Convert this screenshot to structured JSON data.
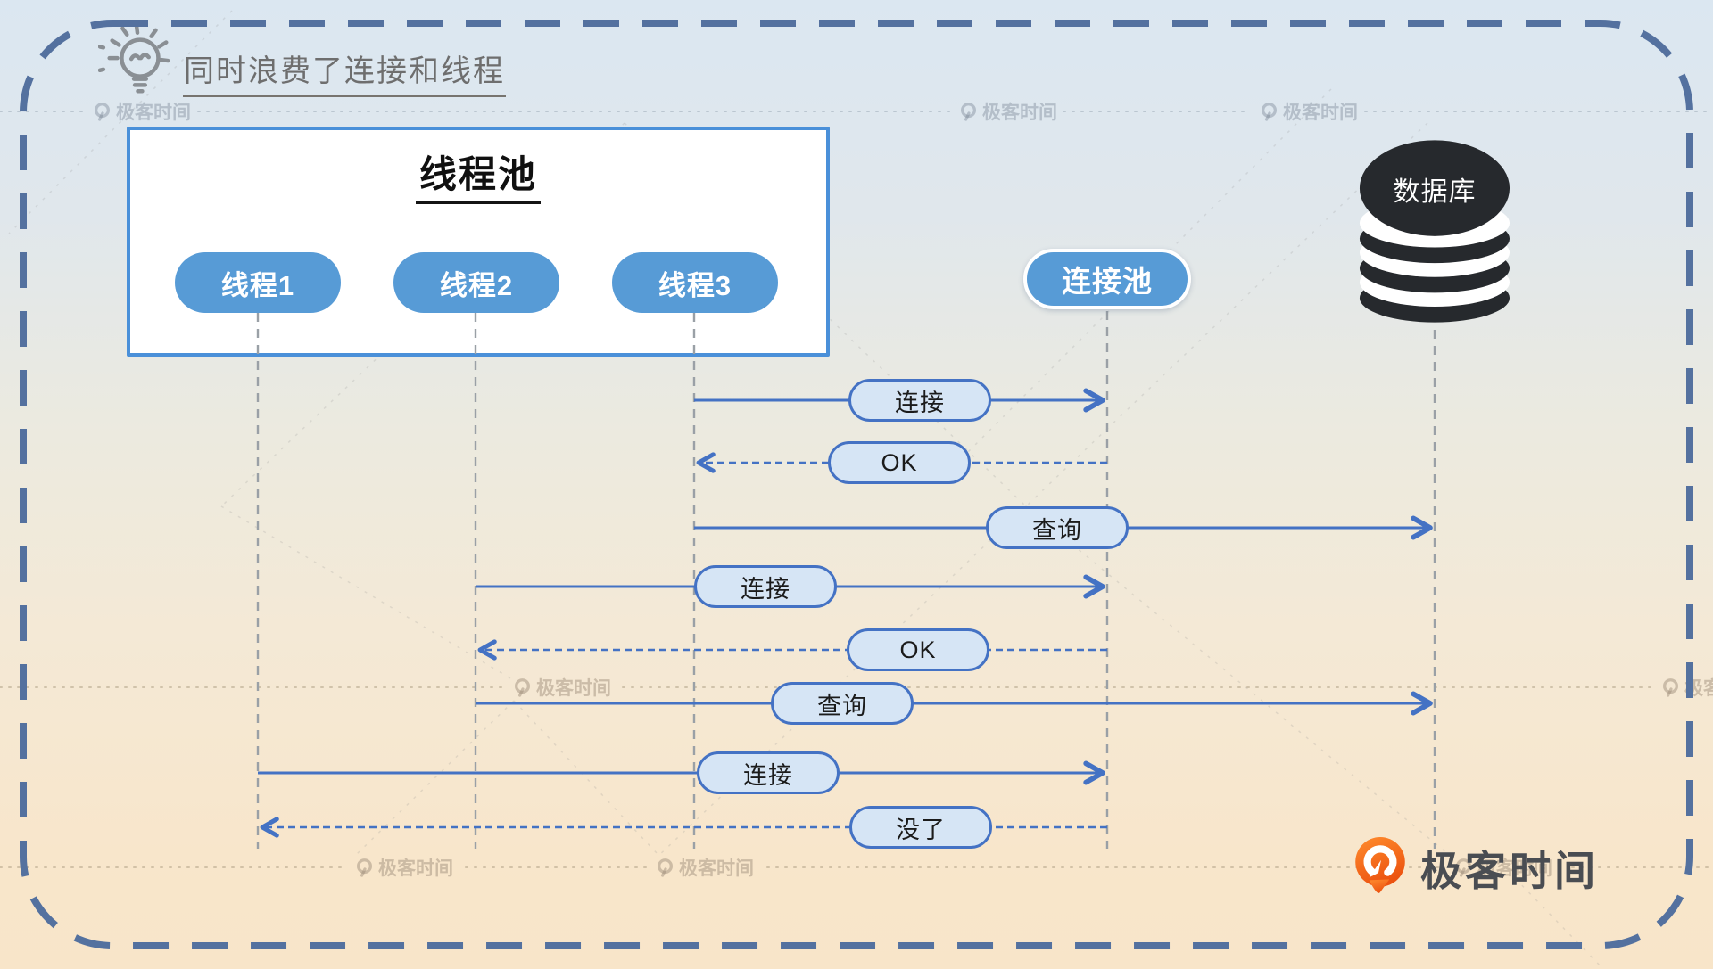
{
  "title": {
    "text": "同时浪费了连接和线程",
    "icon": "lightbulb-icon"
  },
  "diagram": {
    "thread_pool": {
      "title": "线程池",
      "threads": [
        {
          "label": "线程1"
        },
        {
          "label": "线程2"
        },
        {
          "label": "线程3"
        }
      ]
    },
    "connection_pool": {
      "label": "连接池"
    },
    "database": {
      "label": "数据库",
      "icon": "database-cylinder-icon"
    },
    "messages": [
      {
        "from": "线程3",
        "to": "连接池",
        "label": "连接",
        "line": "solid",
        "direction": "right"
      },
      {
        "from": "连接池",
        "to": "线程3",
        "label": "OK",
        "line": "dashed",
        "direction": "left"
      },
      {
        "from": "线程3",
        "to": "数据库",
        "label": "查询",
        "line": "solid",
        "direction": "right"
      },
      {
        "from": "线程2",
        "to": "连接池",
        "label": "连接",
        "line": "solid",
        "direction": "right"
      },
      {
        "from": "连接池",
        "to": "线程2",
        "label": "OK",
        "line": "dashed",
        "direction": "left"
      },
      {
        "from": "线程2",
        "to": "数据库",
        "label": "查询",
        "line": "solid",
        "direction": "right"
      },
      {
        "from": "线程1",
        "to": "连接池",
        "label": "连接",
        "line": "solid",
        "direction": "right"
      },
      {
        "from": "连接池",
        "to": "线程1",
        "label": "没了",
        "line": "dashed",
        "direction": "left"
      }
    ]
  },
  "watermark": {
    "text": "极客时间",
    "icon": "geektime-q-watermark-icon"
  },
  "brand": {
    "name": "极客时间",
    "icon": "geektime-logo"
  },
  "colors": {
    "arrow_blue": "#4472c4",
    "label_fill": "#d6e5f5",
    "pill_blue": "#579bd6",
    "box_border_blue": "#4a90d9",
    "border_dash_blue": "#54719f",
    "database_dark": "#26292d",
    "title_gray": "#6e6e6e",
    "brand_orange_top": "#ff8c2e",
    "brand_orange_bottom": "#ec5310",
    "lifeline_gray": "#9aa0a6"
  }
}
